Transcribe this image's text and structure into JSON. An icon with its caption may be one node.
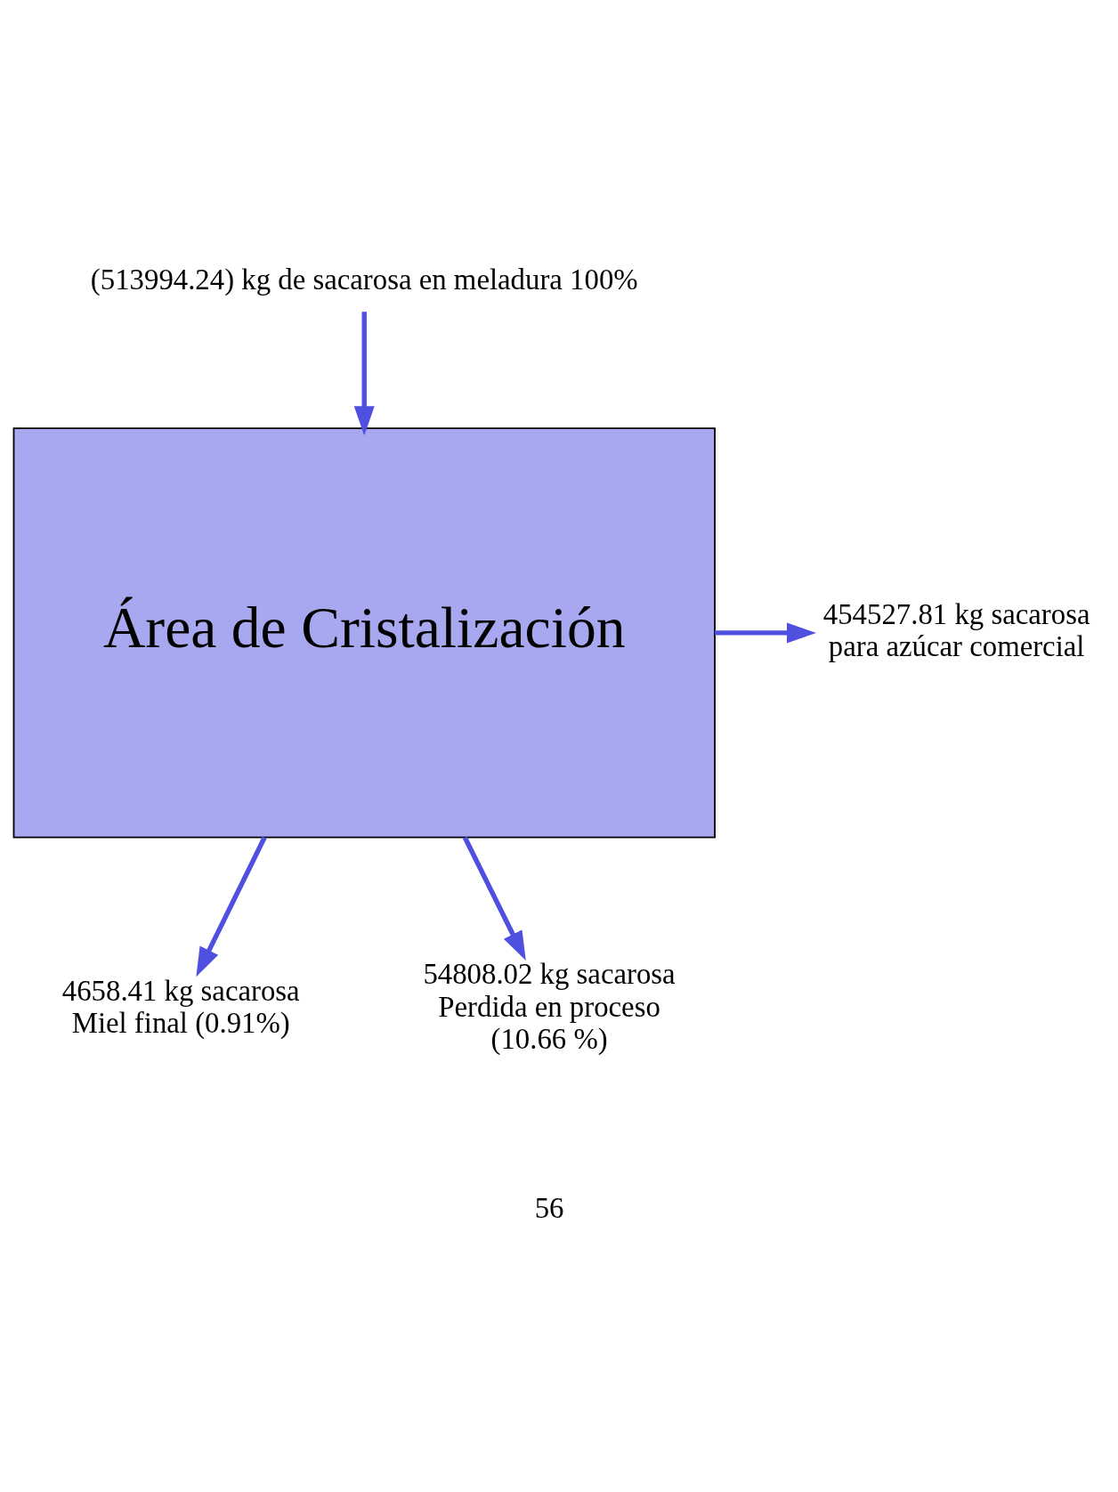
{
  "diagram": {
    "nodes": [
      {
        "text": [
          "(513994.24) kg de sacarosa en meladura 100%"
        ]
      },
      {
        "text": [
          "Área de Cristalización"
        ]
      },
      {
        "text": [
          "454527.81 kg sacarosa para azúcar comercial"
        ]
      },
      {
        "text": [
          "4658.41 kg sacarosa Miel final (0.91%)"
        ]
      },
      {
        "text": [
          "54808.02 kg sacarosa Perdida en proceso (10.66 %)"
        ]
      }
    ],
    "edges": [
      {
        "from": 0,
        "to": 1,
        "arrow": "to"
      },
      {
        "from": 1,
        "to": 2,
        "arrow": "to"
      },
      {
        "from": 1,
        "to": 3,
        "arrow": "to"
      },
      {
        "from": 1,
        "to": 4,
        "arrow": "to"
      }
    ],
    "labels": [
      "56"
    ]
  }
}
